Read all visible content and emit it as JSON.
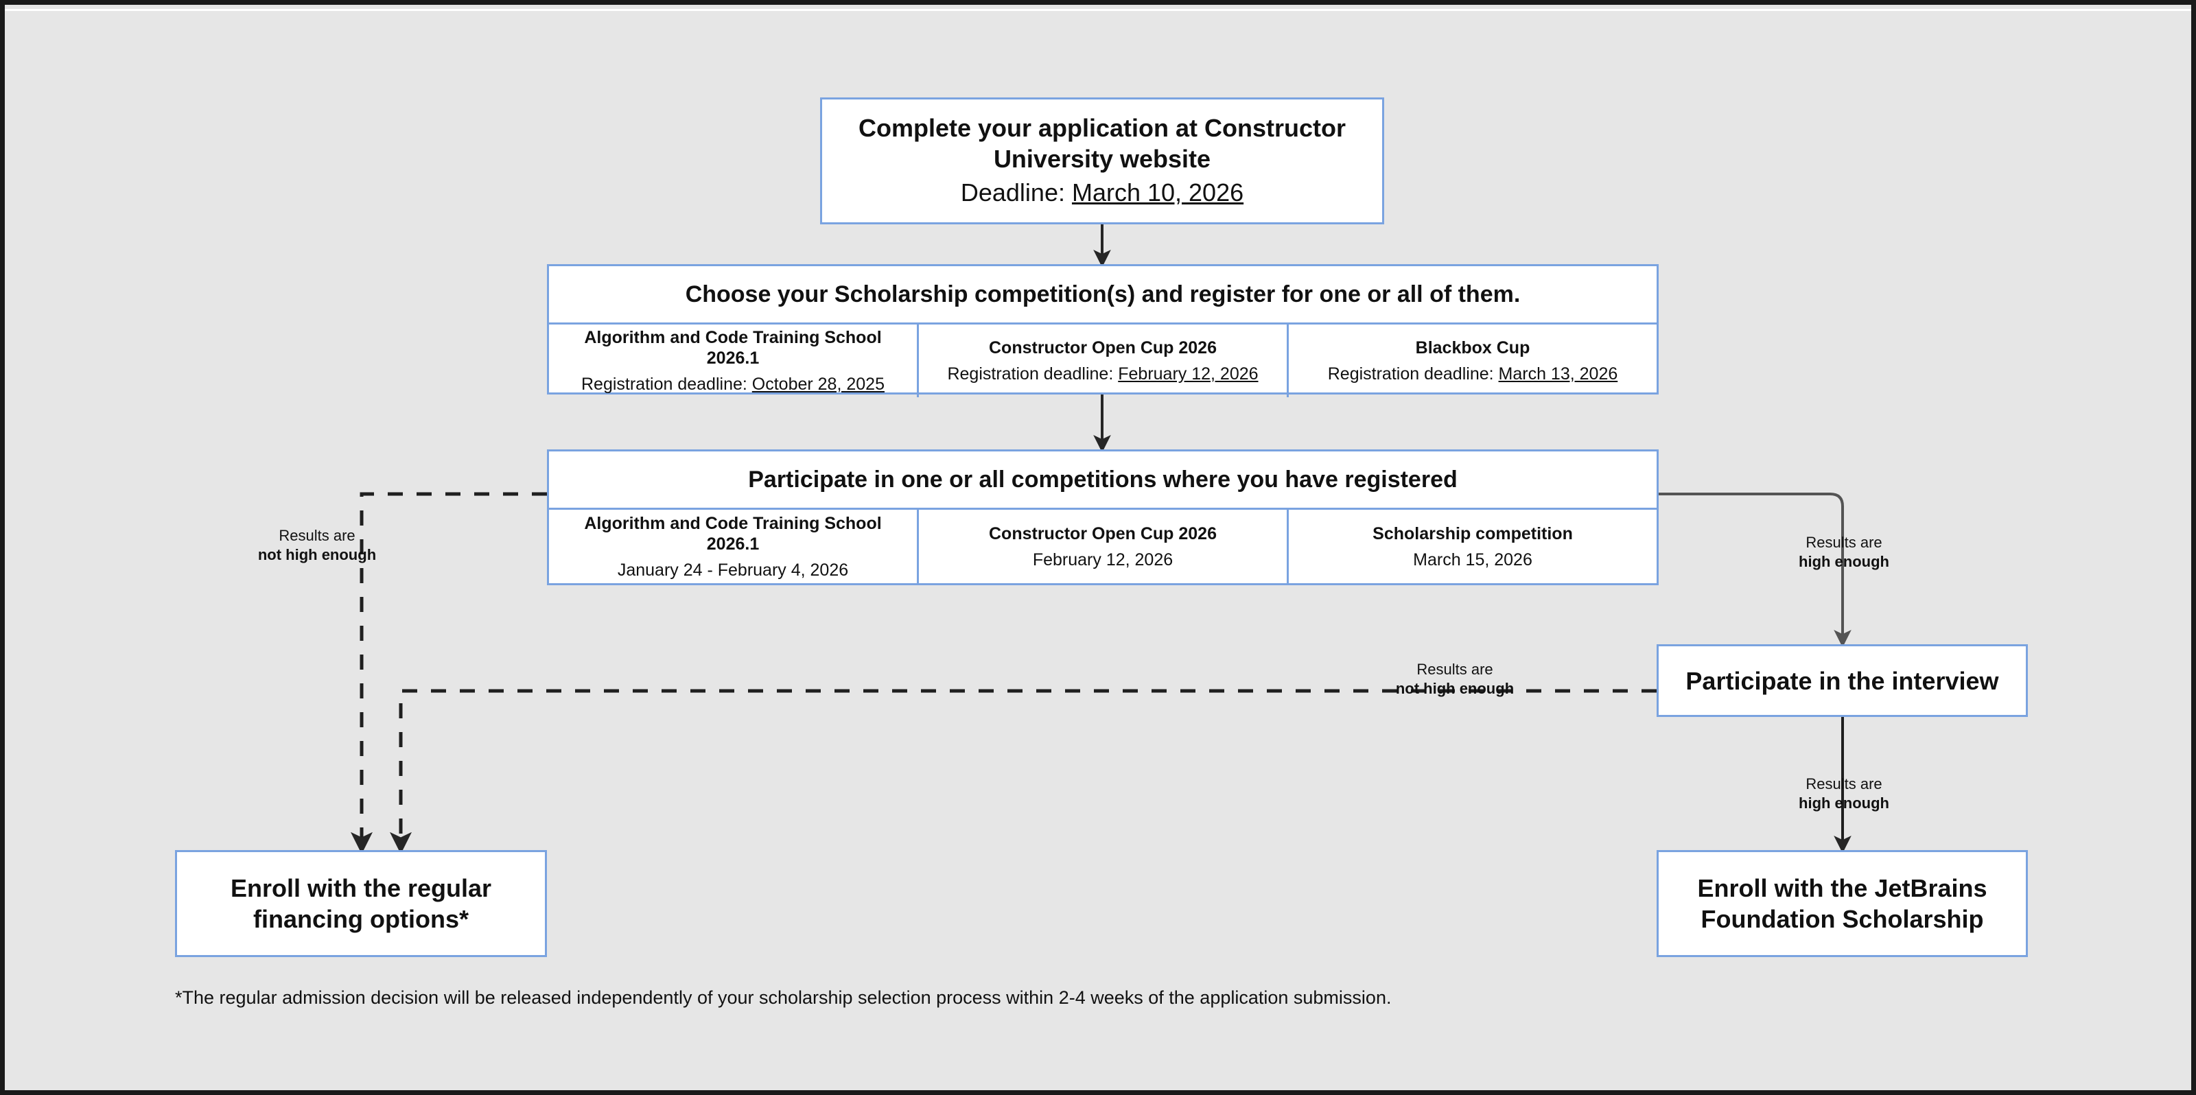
{
  "diagram": {
    "title": "Scholarship application process flowchart",
    "accent_border_color": "#7aa3e0",
    "canvas_color": "#e6e6e6",
    "frame_color": "#1a1a1a",
    "connector_color": "#3a3a3a"
  },
  "nodes": {
    "apply": {
      "title": "Complete your application at Constructor University website",
      "deadline_prefix": "Deadline: ",
      "deadline_value": "March 10, 2026"
    },
    "choose": {
      "title": "Choose your Scholarship competition(s) and register for one or all of them.",
      "columns": [
        {
          "name": "Algorithm and Code Training School 2026.1",
          "meta_prefix": "Registration deadline: ",
          "meta_value": "October 28, 2025"
        },
        {
          "name": "Constructor Open Cup 2026",
          "meta_prefix": "Registration deadline: ",
          "meta_value": "February 12, 2026"
        },
        {
          "name": "Blackbox Cup",
          "meta_prefix": "Registration deadline: ",
          "meta_value": "March 13, 2026"
        }
      ]
    },
    "participate": {
      "title": "Participate in one or all competitions where you have registered",
      "columns": [
        {
          "name": "Algorithm and Code Training School 2026.1",
          "meta": "January 24 - February 4, 2026"
        },
        {
          "name": "Constructor Open Cup 2026",
          "meta": "February 12, 2026"
        },
        {
          "name": "Scholarship competition",
          "meta": "March 15, 2026"
        }
      ]
    },
    "interview": {
      "title": "Participate in the interview"
    },
    "enroll_jetbrains": {
      "title": "Enroll with the JetBrains Foundation Scholarship"
    },
    "enroll_regular": {
      "title": "Enroll with the regular financing options*"
    }
  },
  "edge_labels": {
    "left_not_high_enough": {
      "line1": "Results are",
      "line2": "not high enough"
    },
    "right_high_enough": {
      "line1": "Results are",
      "line2": "high enough"
    },
    "interview_not_high_enough": {
      "line1": "Results are",
      "line2": "not high enough"
    },
    "jetbrains_high_enough": {
      "line1": "Results are",
      "line2": "high enough"
    }
  },
  "footnote": {
    "text": "*The regular admission decision will be released independently of your scholarship selection process within 2-4 weeks of the application submission."
  }
}
